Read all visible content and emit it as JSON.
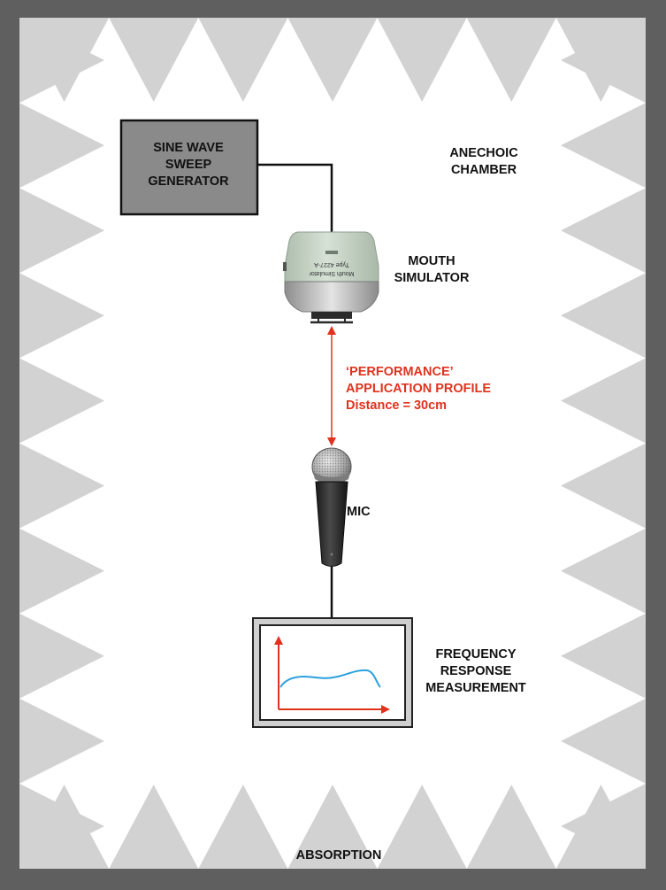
{
  "labels": {
    "generator_line1": "SINE WAVE",
    "generator_line2": "SWEEP",
    "generator_line3": "GENERATOR",
    "chamber_line1": "ANECHOIC",
    "chamber_line2": "CHAMBER",
    "mouth_line1": "MOUTH",
    "mouth_line2": "SIMULATOR",
    "profile_line1": "‘PERFORMANCE’",
    "profile_line2": "APPLICATION PROFILE",
    "profile_line3": "Distance = 30cm",
    "mic": "MIC",
    "freq_line1": "FREQUENCY",
    "freq_line2": "RESPONSE",
    "freq_line3": "MEASUREMENT",
    "absorption": "ABSORPTION"
  },
  "device_text": {
    "mouth_line1": "Mouth Simulator",
    "mouth_line2": "Type 4227-A"
  },
  "colors": {
    "frame": "#5f5f5f",
    "wedge": "#d2d2d2",
    "chamber": "#ffffff",
    "generator_fill": "#8a8a8a",
    "accent_red": "#e0321e",
    "curve_blue": "#2aa0dc",
    "simulator_body": "#c9d8c9"
  }
}
